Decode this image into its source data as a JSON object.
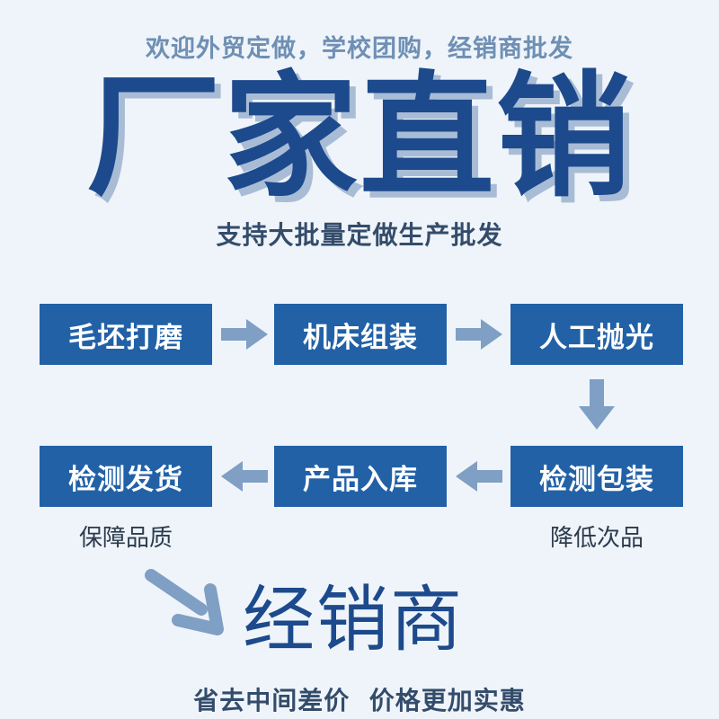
{
  "header": {
    "tagline": "欢迎外贸定做，学校团购，经销商批发",
    "title": "厂家直销",
    "subtitle": "支持大批量定做生产批发"
  },
  "process": {
    "row1": [
      "毛坯打磨",
      "机床组装",
      "人工抛光"
    ],
    "row2": [
      "检测包装",
      "产品入库",
      "检测发货"
    ],
    "notes": {
      "left": "保障品质",
      "right": "降低次品"
    }
  },
  "footer": {
    "dealer": "经销商",
    "slogan": "省去中间差价  价格更加实惠"
  },
  "colors": {
    "background": "#eef4f9",
    "primary_blue": "#2261a6",
    "title_blue": "#1c4a8c",
    "arrow_gray": "#7f9fc4"
  }
}
